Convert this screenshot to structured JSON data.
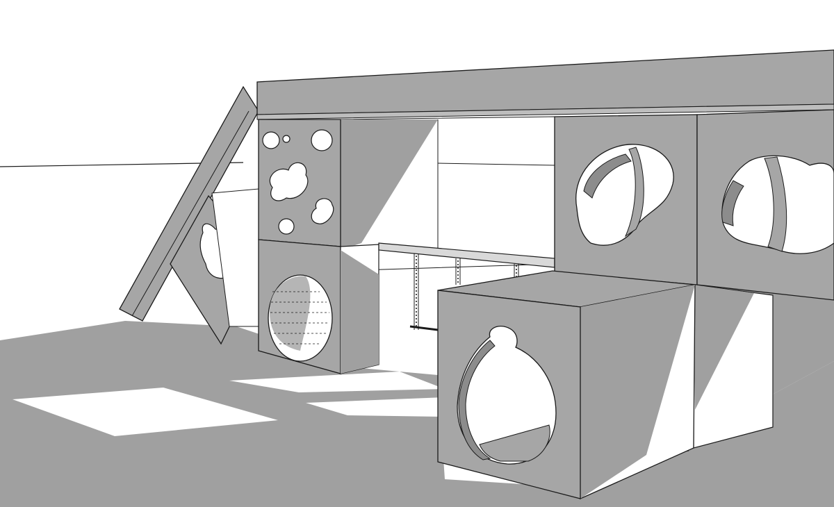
{
  "scene": {
    "subject": "playground-structure-sketch",
    "colors": {
      "background": "#ffffff",
      "panel": "#a6a6a6",
      "shadow": "#a0a0a0",
      "light": "#ffffff",
      "line": "#1a1a1a"
    },
    "parts": [
      "ground-shadow",
      "roof-beam",
      "slanted-ramp",
      "diamond-panel",
      "perforated-tower",
      "ladder",
      "cutout-wall-panel",
      "front-cube",
      "tunnel-block"
    ]
  }
}
